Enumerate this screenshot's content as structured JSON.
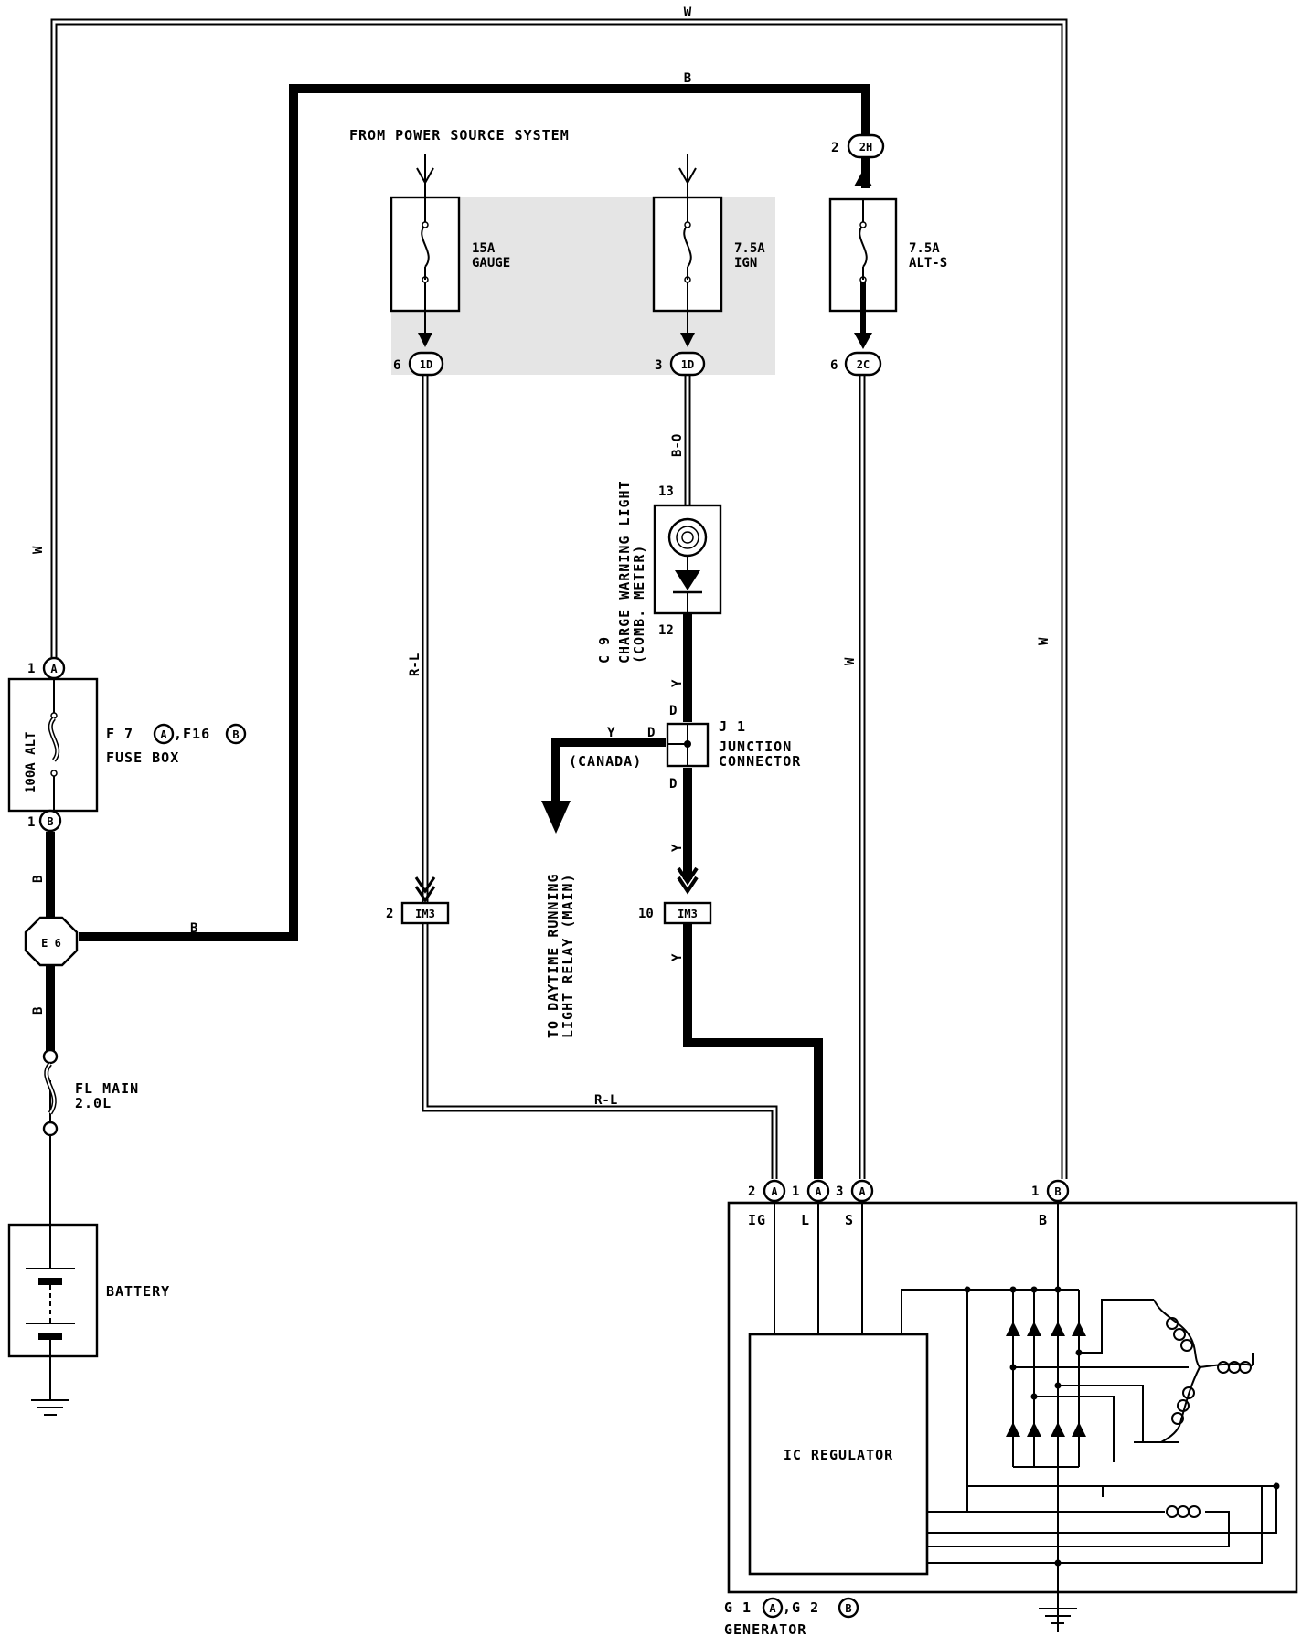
{
  "labels": {
    "from_power_source": "FROM POWER SOURCE SYSTEM",
    "fuse_gauge_amp": "15A",
    "fuse_gauge_name": "GAUGE",
    "fuse_ign_amp": "7.5A",
    "fuse_ign_name": "IGN",
    "fuse_alts_amp": "7.5A",
    "fuse_alts_name": "ALT-S",
    "fuse_alt_main": "100A ALT",
    "fusebox_ref_prefix": "F 7",
    "fusebox_ref_mid": ",F16",
    "fusebox_name": "FUSE BOX",
    "fl_main_1": "FL MAIN",
    "fl_main_2": "2.0L",
    "battery": "BATTERY",
    "ground_point": "E 6",
    "charge_light_1": "CHARGE WARNING LIGHT",
    "charge_light_2": "(COMB. METER)",
    "charge_light_ref": "C 9",
    "junction_ref": "J 1",
    "junction_name_1": "JUNCTION",
    "junction_name_2": "CONNECTOR",
    "canada": "(CANADA)",
    "drl_1": "TO DAYTIME RUNNING",
    "drl_2": "LIGHT RELAY (MAIN)",
    "ic_regulator": "IC REGULATOR",
    "generator_ref_prefix": "G 1",
    "generator_ref_mid": ",G 2",
    "generator_name": "GENERATOR",
    "term_ig": "IG",
    "term_l": "L",
    "term_s": "S",
    "term_b": "B"
  },
  "wires": {
    "w": "W",
    "b": "B",
    "rl": "R-L",
    "bo": "B-O",
    "y": "Y"
  },
  "connectors": {
    "c_2h": "2H",
    "c_1d": "1D",
    "c_2c": "2C",
    "c_a": "A",
    "c_b": "B",
    "c_im3": "IM3",
    "j_d": "D"
  },
  "pins": {
    "p1": "1",
    "p2": "2",
    "p3": "3",
    "p6": "6",
    "p10": "10",
    "p12": "12",
    "p13": "13"
  }
}
